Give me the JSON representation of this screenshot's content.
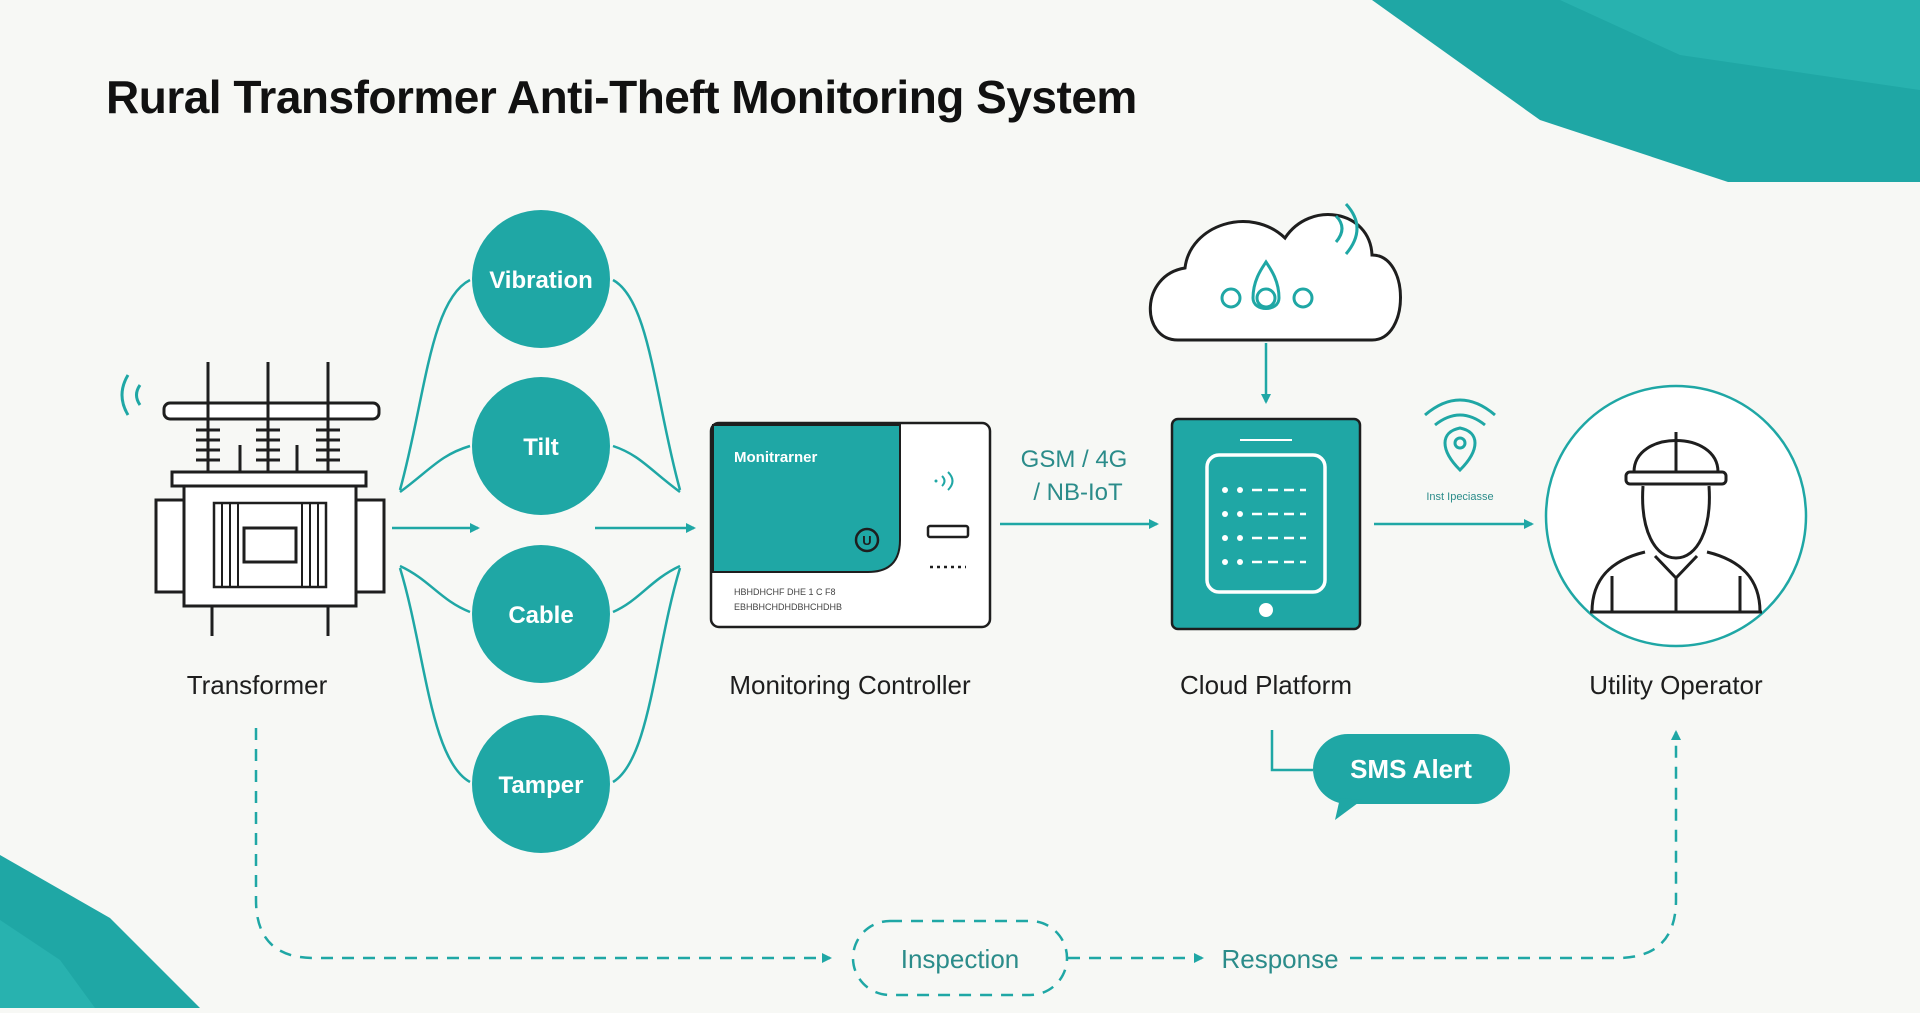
{
  "title": "Rural Transformer Anti-Theft Monitoring System",
  "colors": {
    "accent": "#1fa7a5",
    "ink": "#1e1e1e",
    "background": "#f7f8f5"
  },
  "nodes": {
    "transformer": {
      "label": "Transformer",
      "icon": "transformer-icon"
    },
    "controller": {
      "label": "Monitoring Controller",
      "screen_text": "Monitrarner",
      "fine_print": [
        "HBHDHCHF DHE 1 C F8",
        "EBHBHCHDHDBHCHDHB"
      ],
      "icon": "controller-device-icon"
    },
    "cloud": {
      "label": "Cloud Platform",
      "icon": "cloud-icon"
    },
    "operator": {
      "label": "Utility Operator",
      "icon": "operator-icon"
    }
  },
  "sensors": [
    "Vibration",
    "Tilt",
    "Cable",
    "Tamper"
  ],
  "links": {
    "network": [
      "GSM / 4G",
      "/ NB-IoT"
    ],
    "push": "Inst Ipeciasse"
  },
  "alert": {
    "label": "SMS Alert"
  },
  "workflow": {
    "inspection": "Inspection",
    "response": "Response"
  }
}
